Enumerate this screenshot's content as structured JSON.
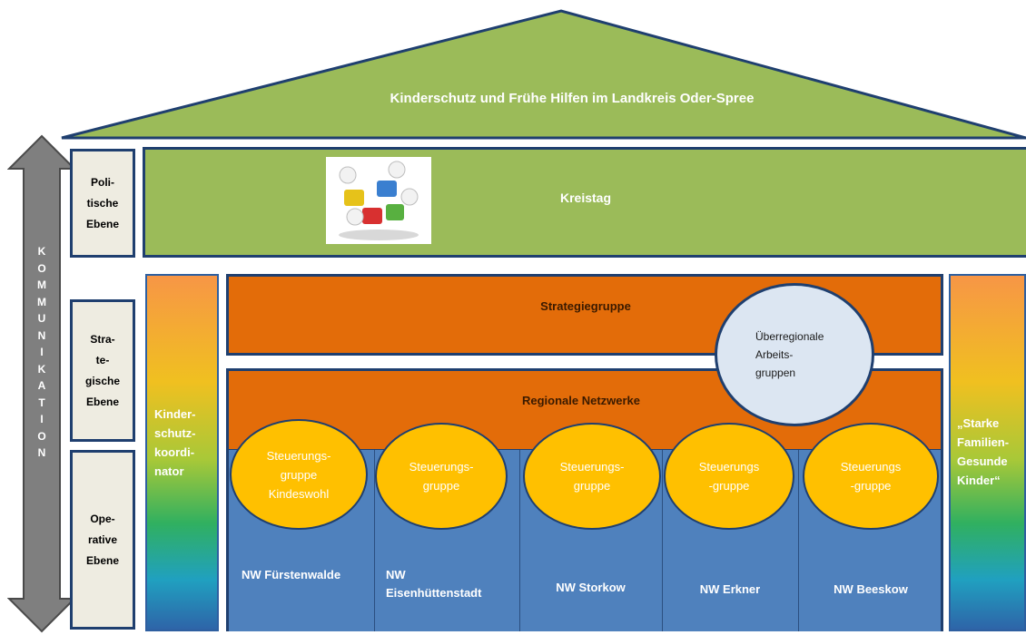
{
  "roof": {
    "title": "Kinderschutz und Frühe Hilfen im Landkreis Oder-Spree"
  },
  "communication": {
    "letters": [
      "K",
      "O",
      "M",
      "M",
      "U",
      "N",
      "I",
      "K",
      "A",
      "T",
      "I",
      "O",
      "N"
    ]
  },
  "levels": [
    {
      "label": "Poli-\ntische\nEbene"
    },
    {
      "label": "Stra-\nte-\ngische\nEbene"
    },
    {
      "label": "Ope-\nrative\nEbene"
    }
  ],
  "kreistag": {
    "label": "Kreistag",
    "image": "puzzle-people-image"
  },
  "left_pillar": {
    "label": "Kinder-\nschutz-\nkoordi-\nnator"
  },
  "right_pillar": {
    "label": "„Starke\nFamilien-\nGesunde\nKinder“"
  },
  "strategiegruppe": {
    "label": "Strategiegruppe"
  },
  "regionale_netzwerke": {
    "label": "Regionale Netzwerke"
  },
  "ueberregional": {
    "label": "Überregionale\nArbeits-\ngruppen"
  },
  "steuerungsgruppen": [
    {
      "label": "Steuerungs-\ngruppe\nKindeswohl"
    },
    {
      "label": "Steuerungs-\ngruppe"
    },
    {
      "label": "Steuerungs-\ngruppe"
    },
    {
      "label": "Steuerungs\n-gruppe"
    },
    {
      "label": "Steuerungs\n-gruppe"
    }
  ],
  "netzwerke": [
    {
      "label": "NW  Fürstenwalde"
    },
    {
      "label": "NW\nEisenhüttenstadt"
    },
    {
      "label": "NW Storkow"
    },
    {
      "label": "NW Erkner"
    },
    {
      "label": "NW Beeskow"
    }
  ],
  "colors": {
    "roof": "#9bbb59",
    "border": "#1f3f6f",
    "orange": "#e36c09",
    "circle_yellow": "#ffc000",
    "network_blue": "#4f81bd",
    "level_box": "#eeece1",
    "arrow": "#7f7f7f"
  }
}
